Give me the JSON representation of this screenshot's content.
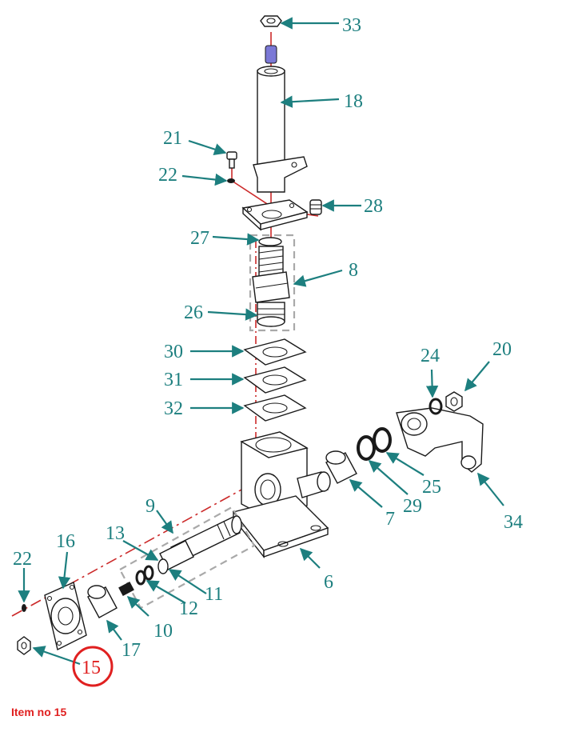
{
  "colors": {
    "callout": "#1d7f7f",
    "axis_line": "#cc2a2a",
    "highlight": "#e02020",
    "caption": "#e02020",
    "dash_box": "#a9a9a9",
    "bolt_tip": "#7b78d6"
  },
  "callouts": {
    "c33": "33",
    "c18": "18",
    "c21": "21",
    "c22a": "22",
    "c28": "28",
    "c27": "27",
    "c8": "8",
    "c26": "26",
    "c30": "30",
    "c31": "31",
    "c32": "32",
    "c24": "24",
    "c20": "20",
    "c7": "7",
    "c29": "29",
    "c25": "25",
    "c34": "34",
    "c9": "9",
    "c13": "13",
    "c6": "6",
    "c11": "11",
    "c12": "12",
    "c10": "10",
    "c16": "16",
    "c22b": "22",
    "c17": "17",
    "c15": "15"
  },
  "highlight_item": "15",
  "caption": "Item no 15"
}
